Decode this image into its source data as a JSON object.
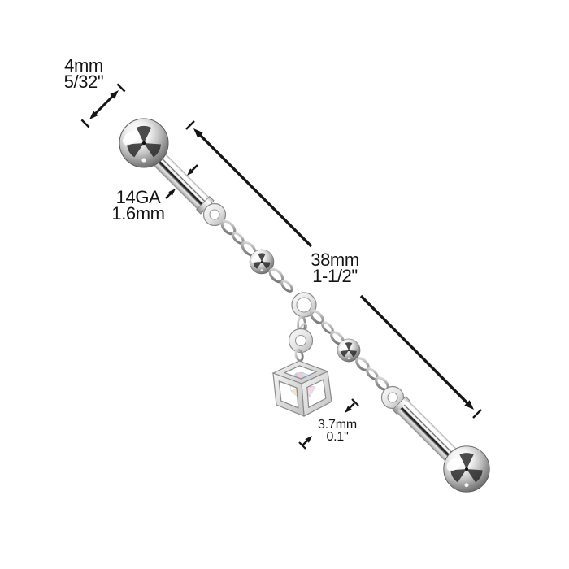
{
  "image": {
    "background_color": "#ffffff",
    "annotation_color": "#151515",
    "metal_color": "#c9c9c9",
    "subject": "industrial barbell with chain and cube gem dangle"
  },
  "annotations": {
    "ball_size": {
      "metric": "4mm",
      "imperial": "5/32\""
    },
    "gauge": {
      "label": "14GA",
      "metric": "1.6mm"
    },
    "length": {
      "metric": "38mm",
      "imperial": "1-1/2\""
    },
    "cube_size": {
      "metric": "3.7mm",
      "imperial": "0.1\""
    }
  }
}
